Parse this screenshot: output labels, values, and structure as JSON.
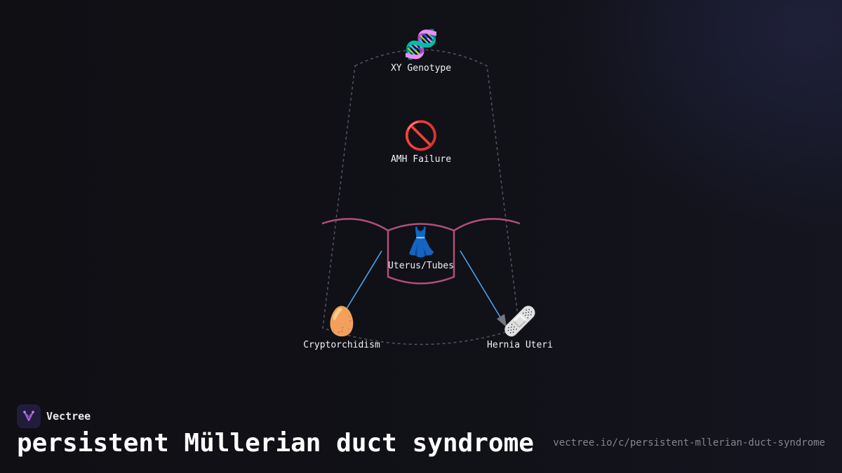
{
  "diagram": {
    "nodes": [
      {
        "id": "xy",
        "icon": "🧬",
        "icon_name": "dna-icon",
        "label": "XY Genotype"
      },
      {
        "id": "amh",
        "icon": "🚫",
        "icon_name": "prohibited-icon",
        "label": "AMH Failure"
      },
      {
        "id": "uterus",
        "icon": "👗",
        "icon_name": "dress-icon",
        "label": "Uterus/Tubes"
      },
      {
        "id": "crypto",
        "icon": "🥚",
        "icon_name": "egg-icon",
        "label": "Cryptorchidism"
      },
      {
        "id": "hernia",
        "icon": "🩹",
        "icon_name": "bandage-icon",
        "label": "Hernia Uteri"
      }
    ],
    "edges": [
      {
        "from": "uterus",
        "to": "crypto",
        "color": "#4aa3e8"
      },
      {
        "from": "uterus",
        "to": "hernia",
        "color": "#4aa3e8"
      }
    ],
    "colors": {
      "outline": "#555560",
      "uterus_shape": "#b0507a",
      "arrow_head": "#777780"
    }
  },
  "brand": {
    "name": "Vectree",
    "logo_icon": "vectree-logo-icon",
    "accent": "#a06ad8"
  },
  "footer": {
    "title": "persistent Müllerian duct syndrome",
    "url": "vectree.io/c/persistent-mllerian-duct-syndrome"
  }
}
